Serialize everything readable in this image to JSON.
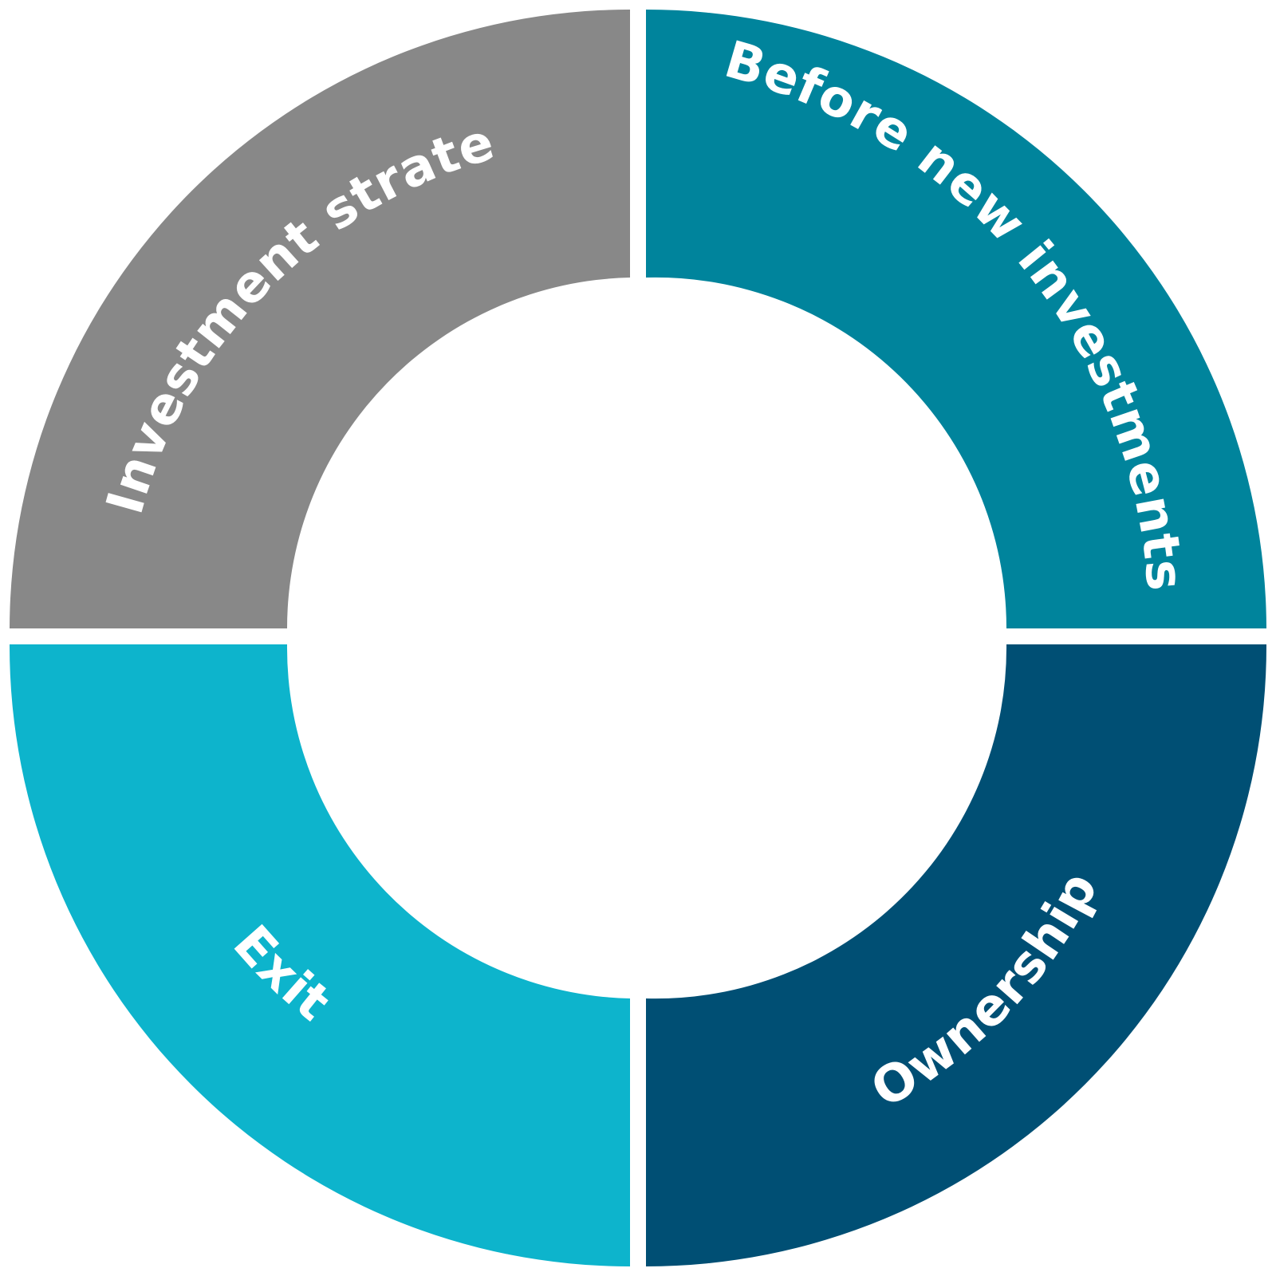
{
  "diagram": {
    "type": "cycle",
    "segments": [
      {
        "id": "investment-strategy",
        "label": "Investment strategy",
        "color": "#888888"
      },
      {
        "id": "before-new-investments",
        "label": "Before new investments",
        "color": "#00849C"
      },
      {
        "id": "ownership",
        "label": "Ownership",
        "color": "#004F74"
      },
      {
        "id": "exit",
        "label": "Exit",
        "color": "#0DB4CC"
      }
    ],
    "background": "#FFFFFF"
  }
}
